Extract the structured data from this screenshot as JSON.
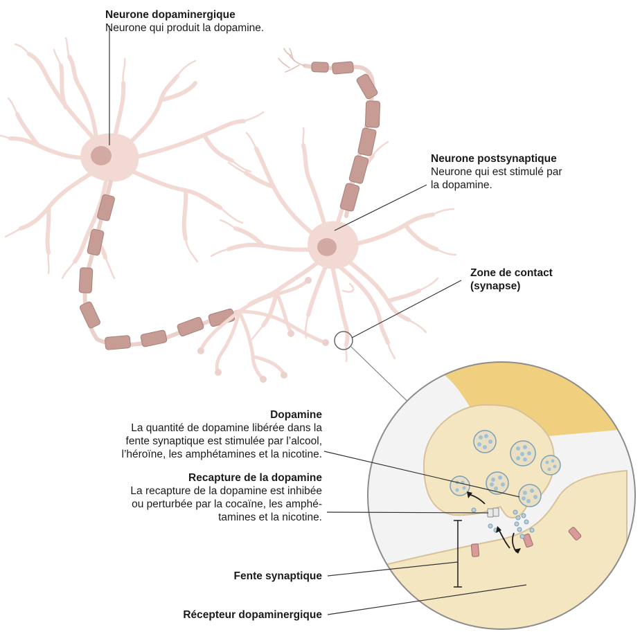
{
  "labels": {
    "dopaminergic_neuron": {
      "title": "Neurone dopaminergique",
      "desc": "Neurone qui produit la dopamine."
    },
    "postsynaptic_neuron": {
      "title": "Neurone postsynaptique",
      "desc_line1": "Neurone qui est stimulé par",
      "desc_line2": "la dopamine."
    },
    "contact_zone": {
      "line1": "Zone de contact",
      "line2": "(synapse)"
    },
    "dopamine": {
      "title": "Dopamine",
      "line1": "La quantité de dopamine libérée dans la",
      "line2": "fente synaptique est stimulée par l’alcool,",
      "line3": "l’héroïne, les amphétamines et la nicotine."
    },
    "reuptake": {
      "title": "Recapture de la dopamine",
      "line1": "La recapture de la dopamine est inhibée",
      "line2": "ou perturbée par la cocaïne, les amphé-",
      "line3": "tamines et la nicotine."
    },
    "cleft": {
      "title": "Fente synaptique"
    },
    "receptor": {
      "title": "Récepteur dopaminergique"
    }
  },
  "colors": {
    "neuron_body": "#f2d9d4",
    "neuron_outline": "#c9a9a2",
    "nucleus": "#d3aaa3",
    "myelin": "#c69c95",
    "myelin_outline": "#a87f78",
    "presynaptic_axon": "#f0cf7e",
    "presynaptic_terminal": "#f5e6c2",
    "postsynaptic": "#f5e6c2",
    "lens_background": "#f3f3f3",
    "lens_border": "#8c8c8c",
    "vesicle_fill": "#eadfc3",
    "vesicle_dot": "#9fc2d6",
    "receptor": "#d99a9a",
    "leader_line": "#333333"
  }
}
